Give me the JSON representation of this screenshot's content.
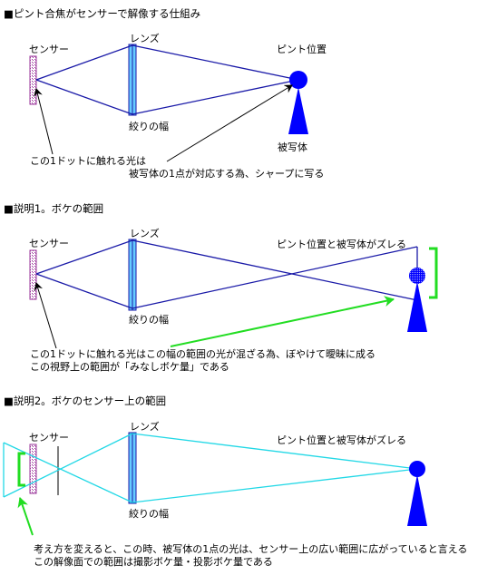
{
  "colors": {
    "ray_blue": "#1a1aa8",
    "ray_cyan": "#22d8e6",
    "subject_blue": "#0000ff",
    "highlight_green": "#22dd22",
    "sensor_fill": "#c8a0c8",
    "sensor_stroke": "#993399",
    "lens_fill": "#66ccff",
    "lens_stroke": "#1a1aa8",
    "text": "#000000"
  },
  "section1": {
    "heading": "■ピント合焦がセンサーで解像する仕組み",
    "sensor_label": "センサー",
    "lens_label": "レンズ",
    "focus_label": "ピント位置",
    "aperture_label": "絞りの幅",
    "subject_label": "被写体",
    "note_line1": "この1ドットに触れる光は",
    "note_line2": "被写体の1点が対応する為、シャープに写る"
  },
  "section2": {
    "heading": "■説明1。ボケの範囲",
    "sensor_label": "センサー",
    "lens_label": "レンズ",
    "shift_label": "ピント位置と被写体がズレる",
    "aperture_label": "絞りの幅",
    "note_line1": "この1ドットに触れる光はこの幅の範囲の光が混ざる為、ぼやけて曖昧に成る",
    "note_line2": "この視野上の範囲が「みなしボケ量」である"
  },
  "section3": {
    "heading": "■説明2。ボケのセンサー上の範囲",
    "sensor_label": "センサー",
    "lens_label": "レンズ",
    "shift_label": "ピント位置と被写体がズレる",
    "aperture_label": "絞りの幅",
    "note_line1": "考え方を変えると、この時、被写体の1点の光は、センサー上の広い範囲に広がっていると言える",
    "note_line2": "この解像面での範囲は撮影ボケ量・投影ボケ量である"
  }
}
